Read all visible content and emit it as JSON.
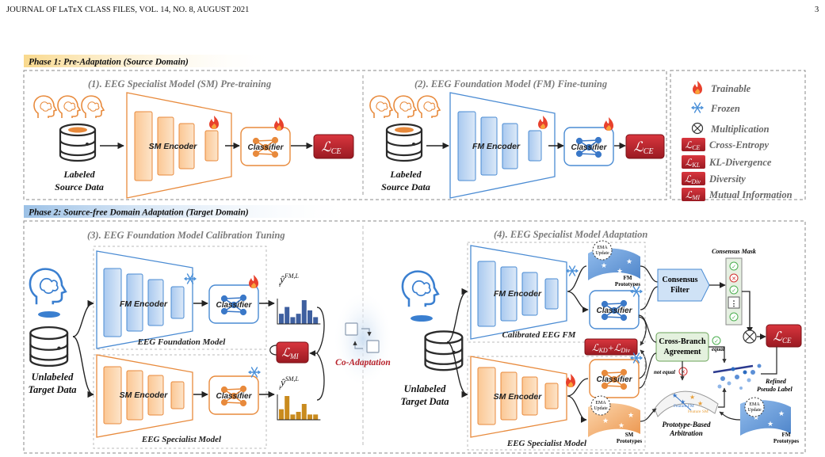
{
  "header": {
    "journal": "JOURNAL OF LᴀTᴇX CLASS FILES, VOL. 14, NO. 8, AUGUST 2021",
    "page_number": "3"
  },
  "phase1": {
    "banner": "Phase 1: Pre-Adaptation (Source Domain)",
    "step1": {
      "title": "(1). EEG Specialist Model (SM) Pre-training",
      "encoder": "SM Encoder",
      "classifier": "Classifier",
      "data_label_1": "Labeled",
      "data_label_2": "Source Data"
    },
    "step2": {
      "title": "(2). EEG Foundation Model (FM) Fine-tuning",
      "encoder": "FM Encoder",
      "classifier": "Classifier",
      "data_label_1": "Labeled",
      "data_label_2": "Source Data"
    }
  },
  "legend": {
    "trainable": "Trainable",
    "frozen": "Frozen",
    "multiplication": "Multiplication",
    "cross_entropy": "Cross-Entropy",
    "kl": "KL-Divergence",
    "diversity": "Diversity",
    "mutual_info": "Mutual Information"
  },
  "losses": {
    "ce": "CE",
    "kl": "KL",
    "div": "Div",
    "mi": "MI",
    "kd": "KD",
    "L": "ℒ"
  },
  "phase2": {
    "banner": "Phase 2: Source-free Domain Adaptation (Target Domain)",
    "step3": {
      "title": "(3). EEG Foundation Model Calibration Tuning",
      "fm_encoder": "FM Encoder",
      "sm_encoder": "SM Encoder",
      "classifier": "Classifier",
      "fm_caption": "EEG Foundation Model",
      "sm_caption": "EEG Specialist Model",
      "data_label_1": "Unlabeled",
      "data_label_2": "Target Data",
      "y_fm": "ŷ",
      "y_fm_sup": "FM,L",
      "y_sm_sup": "SM,L",
      "y_sub": "i"
    },
    "coadapt": "Co-Adaptation",
    "step4": {
      "title": "(4). EEG Specialist Model Adaptation",
      "fm_encoder": "FM Encoder",
      "sm_encoder": "SM Encoder",
      "classifier": "Classifier",
      "fm_caption": "Calibrated EEG FM",
      "sm_caption": "EEG Specialist Model",
      "data_label_1": "Unlabeled",
      "data_label_2": "Target Data",
      "ema_1": "EMA",
      "ema_2": "Update",
      "fm_proto_1": "FM",
      "fm_proto_2": "Prototypes",
      "sm_proto_1": "SM",
      "sm_proto_2": "Prototypes",
      "consensus_filter_1": "Consensus",
      "consensus_filter_2": "Filter",
      "consensus_mask": "Consensus Mask",
      "agreement_1": "Cross-Branch",
      "agreement_2": "Agreement",
      "equal": "equal",
      "not_equal": "not equal",
      "arbitration_1": "Prototype-Based",
      "arbitration_2": "Arbitration",
      "feature_fm": "Feature FM",
      "feature_sm": "Feature SM",
      "refined_1": "Refined",
      "refined_2": "Pseudo Label",
      "mask_dots": "⋮"
    }
  },
  "chart_data": [
    {
      "type": "bar",
      "title": "",
      "series": [
        {
          "name": "",
          "values": [
            3,
            5,
            2,
            3,
            7,
            4,
            2
          ]
        }
      ]
    },
    {
      "type": "bar",
      "title": "",
      "series": [
        {
          "name": "",
          "values": [
            4,
            9,
            2,
            3,
            6,
            2,
            2
          ]
        }
      ]
    }
  ],
  "colors": {
    "orange_fill": "#fbd3ab",
    "orange_stroke": "#e88a3c",
    "blue_fill": "#c9def5",
    "blue_stroke": "#4a8bd3",
    "red_loss": "#b7222b",
    "phase1_bg": "#fbe3b5",
    "phase2_bg": "#cfe0f2"
  }
}
